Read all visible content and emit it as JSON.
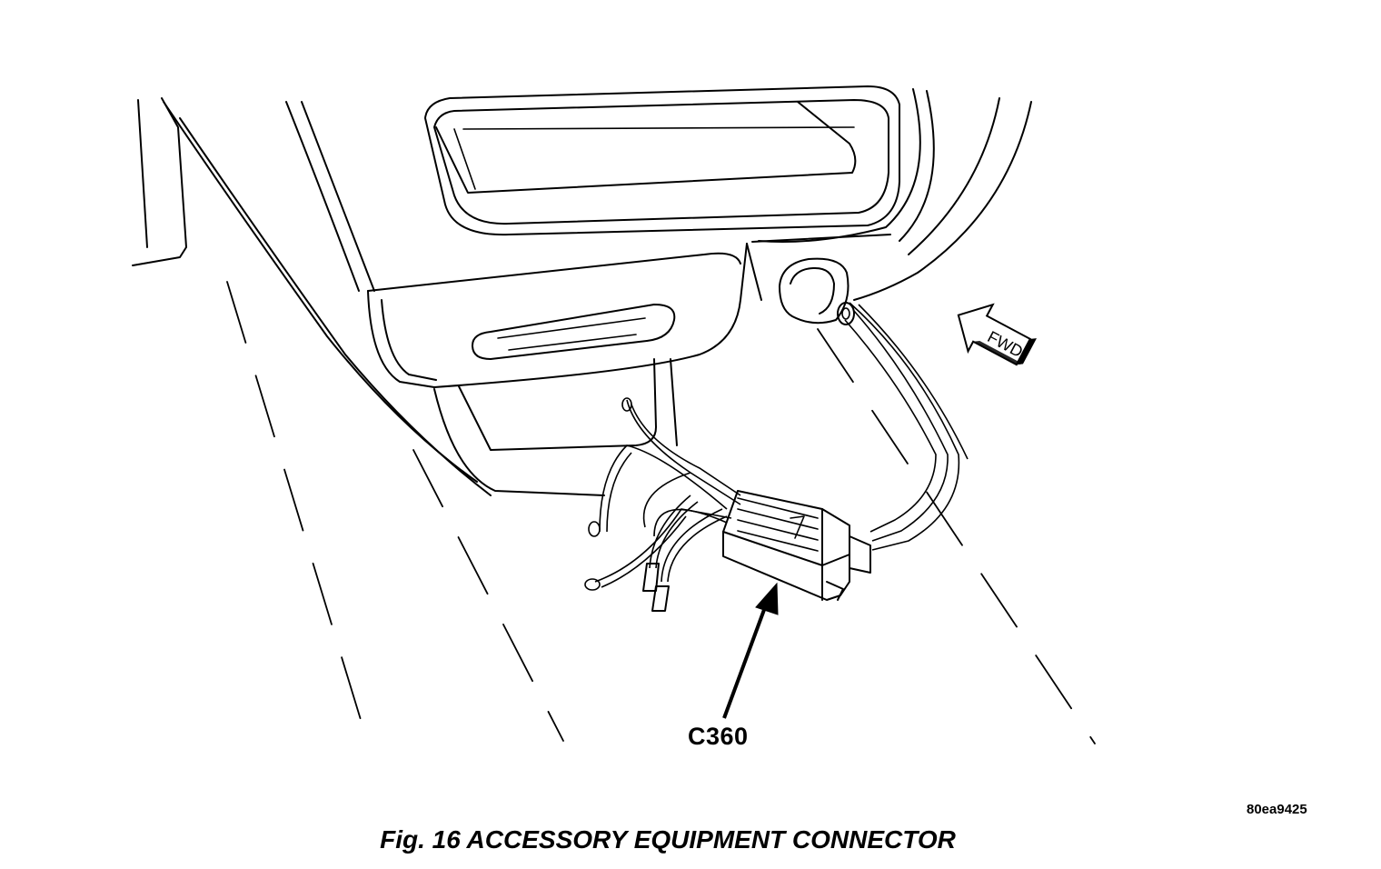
{
  "figure": {
    "callout_label": "C360",
    "direction_label": "FWD",
    "reference_code": "80ea9425",
    "caption": "Fig. 16 ACCESSORY EQUIPMENT CONNECTOR"
  }
}
